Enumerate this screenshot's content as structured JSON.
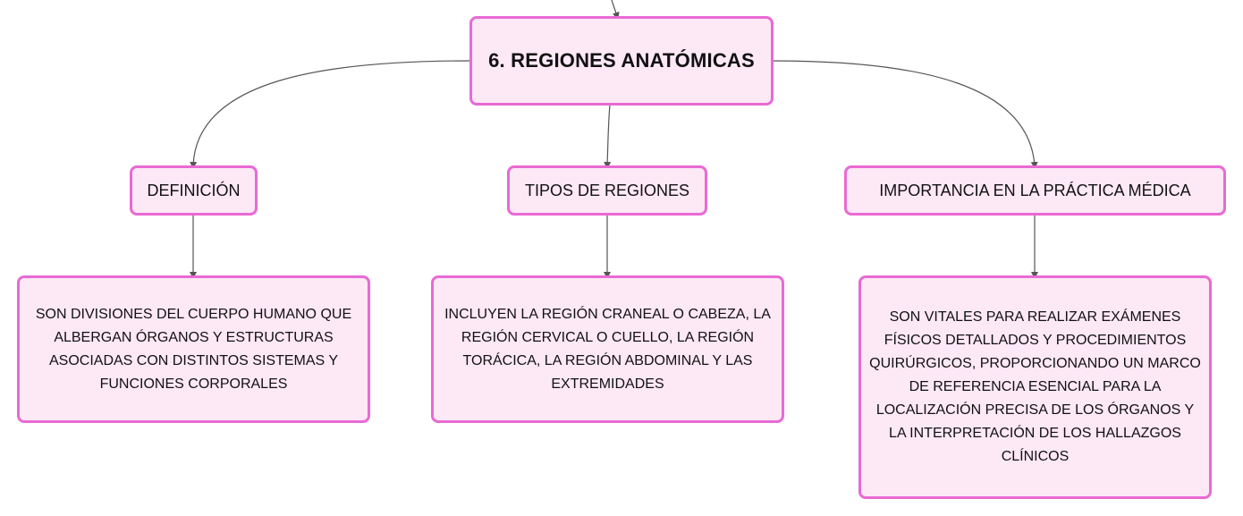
{
  "root": {
    "label": "6. REGIONES ANATÓMICAS"
  },
  "branches": [
    {
      "label": "DEFINICIÓN"
    },
    {
      "label": "TIPOS DE REGIONES"
    },
    {
      "label": "IMPORTANCIA EN LA PRÁCTICA MÉDICA"
    }
  ],
  "details": [
    {
      "text": "SON DIVISIONES DEL CUERPO HUMANO QUE ALBERGAN ÓRGANOS Y ESTRUCTURAS ASOCIADAS CON DISTINTOS SISTEMAS Y FUNCIONES CORPORALES"
    },
    {
      "text": "INCLUYEN LA REGIÓN CRANEAL O CABEZA, LA REGIÓN CERVICAL O CUELLO, LA REGIÓN TORÁCICA, LA REGIÓN ABDOMINAL Y LAS EXTREMIDADES"
    },
    {
      "text": "SON VITALES PARA REALIZAR EXÁMENES FÍSICOS DETALLADOS Y PROCEDIMIENTOS QUIRÚRGICOS, PROPORCIONANDO UN MARCO DE REFERENCIA ESENCIAL PARA LA LOCALIZACIÓN PRECISA DE LOS ÓRGANOS Y LA INTERPRETACIÓN DE LOS HALLAZGOS CLÍNICOS"
    }
  ],
  "colors": {
    "node_fill": "#fde8f6",
    "node_border": "#e86ad4",
    "connector": "#555555"
  }
}
